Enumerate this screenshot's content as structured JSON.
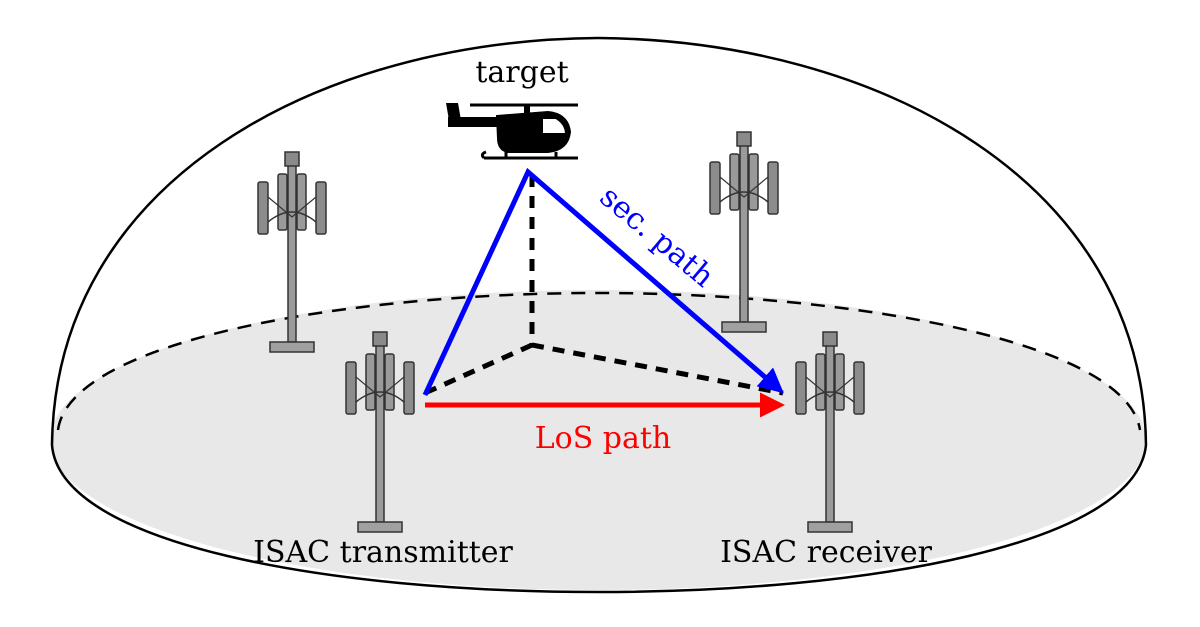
{
  "labels": {
    "target": "target",
    "secondary_path": "sec. path",
    "los_path": "LoS path",
    "transmitter": "ISAC transmitter",
    "receiver": "ISAC receiver"
  },
  "colors": {
    "secondary_path": "#0000ff",
    "los_path": "#ff0000",
    "ground": "#e8e8e8",
    "dome_outline": "#000000",
    "tower_fill": "#9a9a9a"
  },
  "icons": [
    "helicopter-icon",
    "cell-tower-icon"
  ]
}
